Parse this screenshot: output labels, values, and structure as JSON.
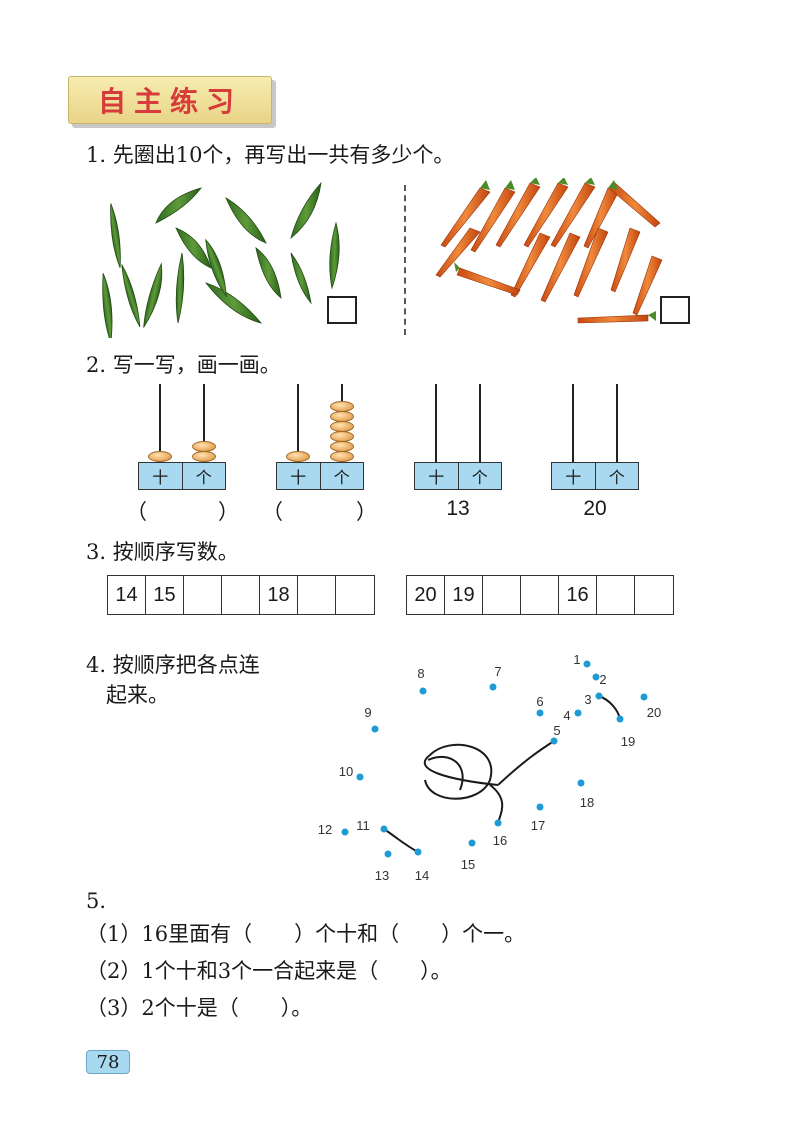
{
  "section": {
    "title": "自主练习"
  },
  "q1": {
    "text": "1. 先圈出10个，再写出一共有多少个。",
    "pepper_icon": "green-pepper",
    "carrot_icon": "carrot"
  },
  "q2": {
    "text": "2. 写一写，画一画。",
    "place_tens": "十",
    "place_ones": "个",
    "abacus": [
      {
        "tens": 1,
        "ones": 2,
        "label": ""
      },
      {
        "tens": 1,
        "ones": 6,
        "label": ""
      },
      {
        "tens": 0,
        "ones": 0,
        "label": "13"
      },
      {
        "tens": 0,
        "ones": 0,
        "label": "20"
      }
    ],
    "paren_open": "（",
    "paren_close": "）"
  },
  "q3": {
    "text": "3. 按顺序写数。",
    "row1": [
      "14",
      "15",
      "",
      "",
      "18",
      "",
      ""
    ],
    "row2": [
      "20",
      "19",
      "",
      "",
      "16",
      "",
      ""
    ]
  },
  "q4": {
    "text_line1": "4. 按顺序把各点连",
    "text_line2": "起来。",
    "dots": [
      "1",
      "2",
      "3",
      "4",
      "5",
      "6",
      "7",
      "8",
      "9",
      "10",
      "11",
      "12",
      "13",
      "14",
      "15",
      "16",
      "17",
      "18",
      "19",
      "20"
    ]
  },
  "q5": {
    "num": "5.",
    "items": [
      "（1）16里面有（　　）个十和（　　）个一。",
      "（2）1个十和3个一合起来是（　　）。",
      "（3）2个十是（　　）。"
    ]
  },
  "page": {
    "number": "78"
  },
  "colors": {
    "heading_bg": "#f0e19c",
    "heading_text": "#d63a3a",
    "place_value_bg": "#a9d9f0",
    "dot": "#1e9ad6"
  }
}
